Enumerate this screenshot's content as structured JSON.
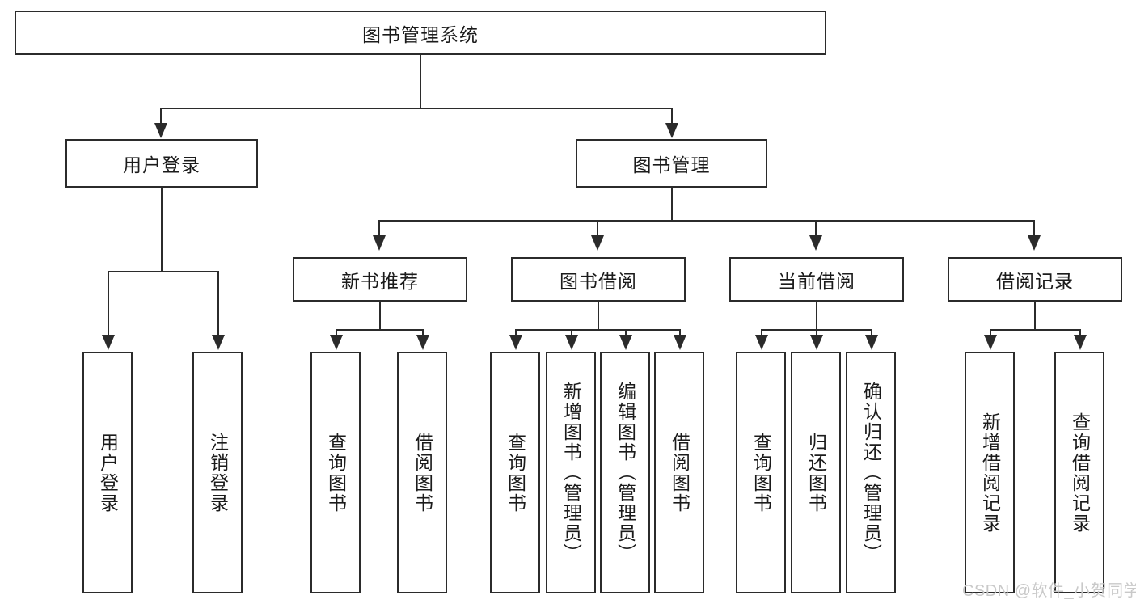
{
  "diagram": {
    "title": "图书管理系统",
    "type": "hierarchy-tree",
    "theme": {
      "stroke": "#2b2b2b",
      "fill": "#ffffff",
      "text": "#1b1b1b",
      "watermark_color": "#c9c9c9"
    },
    "levels": {
      "root": {
        "label": "图书管理系统"
      },
      "level2": [
        {
          "label": "用户登录"
        },
        {
          "label": "图书管理"
        }
      ],
      "level3": [
        {
          "label": "新书推荐"
        },
        {
          "label": "图书借阅"
        },
        {
          "label": "当前借阅"
        },
        {
          "label": "借阅记录"
        }
      ],
      "leaves_user_login": [
        {
          "label": "用户登录"
        },
        {
          "label": "注销登录"
        }
      ],
      "leaves_new_book": [
        {
          "label": "查询图书"
        },
        {
          "label": "借阅图书"
        }
      ],
      "leaves_borrow": [
        {
          "label": "查询图书"
        },
        {
          "label": "新增图书（管理员）"
        },
        {
          "label": "编辑图书（管理员）"
        },
        {
          "label": "借阅图书"
        }
      ],
      "leaves_current": [
        {
          "label": "查询图书"
        },
        {
          "label": "归还图书"
        },
        {
          "label": "确认归还（管理员）"
        }
      ],
      "leaves_record": [
        {
          "label": "新增借阅记录"
        },
        {
          "label": "查询借阅记录"
        }
      ]
    },
    "watermark": "CSDN @软件_小贺同学"
  }
}
